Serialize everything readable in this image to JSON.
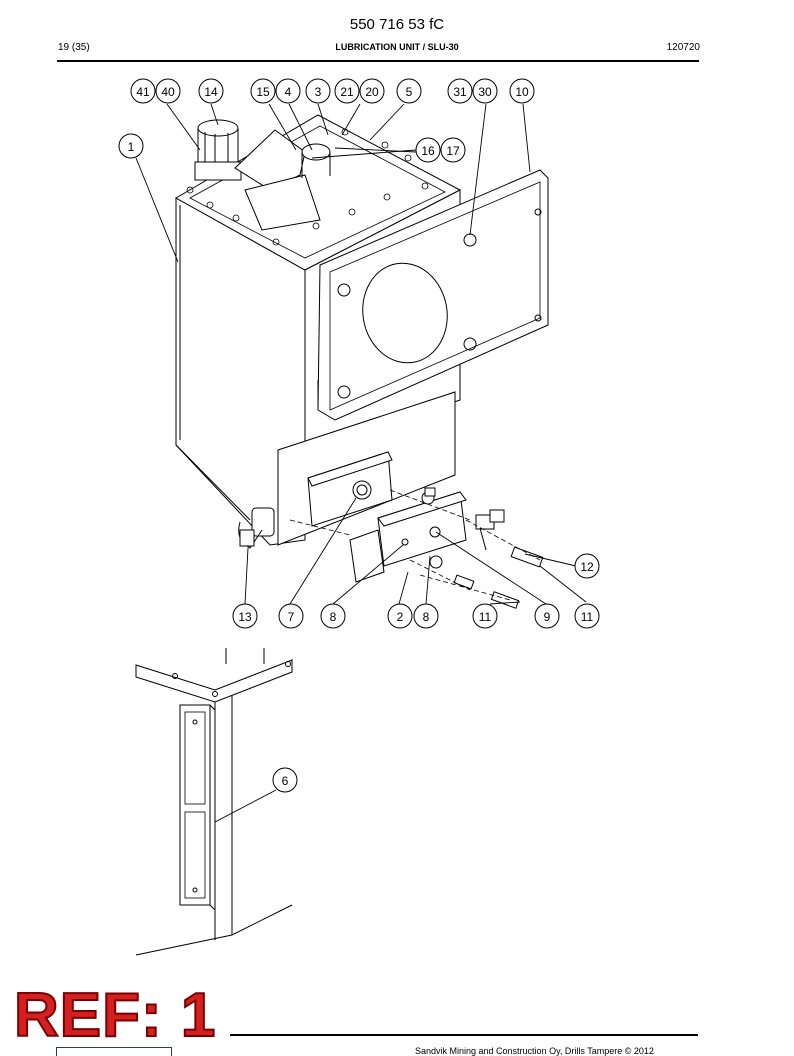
{
  "header": {
    "doc_number": "550 716 53 fC",
    "page": "19 (35)",
    "title": "LUBRICATION UNIT / SLU-30",
    "date": "120720"
  },
  "callouts": {
    "c41": "41",
    "c40": "40",
    "c14": "14",
    "c15": "15",
    "c4": "4",
    "c3": "3",
    "c21": "21",
    "c20": "20",
    "c5": "5",
    "c31": "31",
    "c30": "30",
    "c10": "10",
    "c1": "1",
    "c16": "16",
    "c17": "17",
    "c12": "12",
    "c13": "13",
    "c7": "7",
    "c8a": "8",
    "c2": "2",
    "c8b": "8",
    "c11a": "11",
    "c9": "9",
    "c11b": "11",
    "c6": "6"
  },
  "stamp": "REF: 1",
  "footer": {
    "copyright": "Sandvik Mining and Construction Oy, Drills Tampere © 2012"
  }
}
